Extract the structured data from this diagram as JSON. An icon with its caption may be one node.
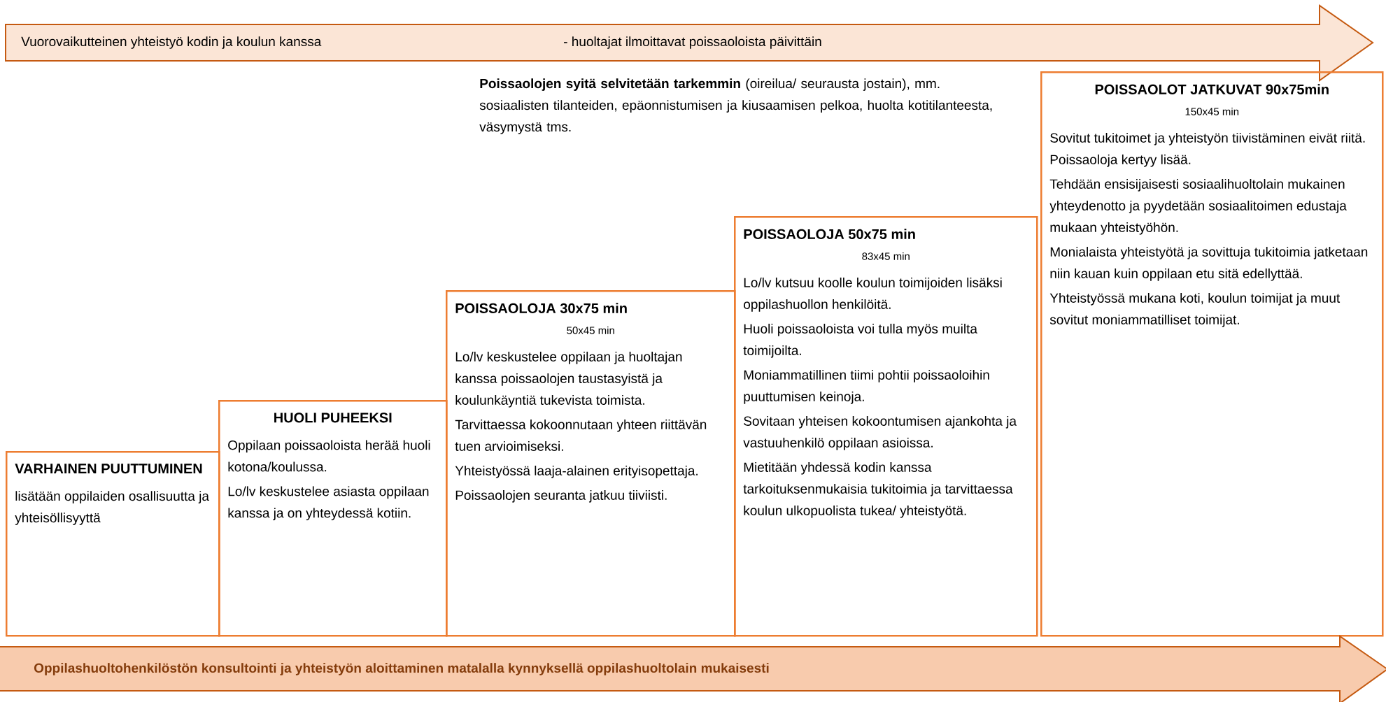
{
  "diagram": {
    "nodes": [
      {
        "text": [
          "Vuorovaikutteinen yhteistyö kodin ja koulun kanssa",
          "- huoltajat ilmoittavat poissaoloista päivittäin"
        ]
      },
      {
        "text": [
          "VARHAINEN PUUTTUMINEN",
          "lisätään oppilaiden osallisuutta ja yhteisöllisyyttä"
        ]
      },
      {
        "text": [
          "HUOLI PUHEEKSI",
          "Oppilaan poissaoloista herää huoli kotona/koulussa.",
          "Lo/lv keskustelee asiasta oppilaan kanssa ja on yhteydessä kotiin."
        ]
      },
      {
        "text": [
          "POISSAOLOJA 30x75 min",
          "50x45 min",
          "Lo/lv keskustelee oppilaan ja huoltajan kanssa poissaolojen taustasyistä ja koulunkäyntiä tukevista toimista.",
          "Tarvittaessa kokoonnutaan yhteen riittävän tuen arvioimiseksi.",
          "Yhteistyössä laaja-alainen erityisopettaja.",
          "Poissaolojen seuranta jatkuu tiiviisti."
        ]
      },
      {
        "text": [
          "POISSAOLOJA 50x75 min",
          "83x45 min",
          "Lo/lv kutsuu koolle koulun toimijoiden lisäksi oppilashuollon henkilöitä.",
          "Huoli poissaoloista voi tulla myös muilta toimijoilta.",
          "Moniammatillinen tiimi pohtii poissaoloihin puuttumisen keinoja.",
          "Sovitaan yhteisen kokoontumisen ajankohta ja vastuuhenkilö oppilaan asioissa.",
          "Mietitään yhdessä kodin kanssa tarkoituksenmukaisia tukitoimia ja tarvittaessa koulun ulkopuolista tukea/ yhteistyötä."
        ]
      },
      {
        "text": [
          "POISSAOLOT JATKUVAT 90x75min",
          "150x45 min",
          "Sovitut tukitoimet ja yhteistyön tiivistäminen eivät riitä. Poissaoloja kertyy lisää.",
          "Tehdään ensisijaisesti sosiaalihuoltolain mukainen yhteydenotto ja pyydetään sosiaalitoimen edustaja mukaan yhteistyöhön.",
          "Monialaista yhteistyötä ja sovittuja tukitoimia jatketaan niin kauan kuin oppilaan etu sitä edellyttää.",
          "Yhteistyössä mukana koti, koulun toimijat ja muut sovitut moniammatilliset toimijat."
        ]
      },
      {
        "text": [
          "Oppilashuoltohenkilöstön konsultointi ja yhteistyön aloittaminen matalalla kynnyksellä oppilashuoltolain mukaisesti"
        ]
      }
    ],
    "labels": [
      "**Poissaolojen syitä selvitetään tarkemmin** (oireilua/ seurausta jostain), mm. sosiaalisten tilanteiden, epäonnistumisen ja kiusaamisen pelkoa, huolta kotitilanteesta, väsymystä tms."
    ]
  }
}
